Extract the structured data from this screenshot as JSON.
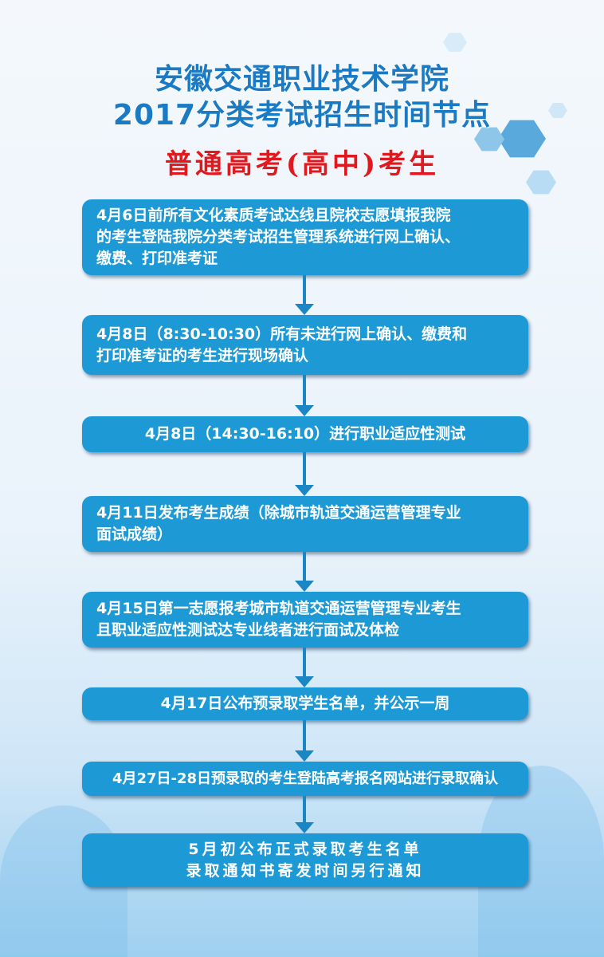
{
  "header": {
    "title_line1": "安徽交通职业技术学院",
    "title_line2": "2017分类考试招生时间节点",
    "subtitle": "普通高考(高中)考生"
  },
  "steps": [
    {
      "lines": [
        "4月6日前所有文化素质考试达线且院校志愿填报我院",
        "的考生登陆我院分类考试招生管理系统进行网上确认、",
        "缴费、打印准考证"
      ]
    },
    {
      "lines": [
        "4月8日（8:30-10:30）所有未进行网上确认、缴费和",
        "打印准考证的考生进行现场确认"
      ]
    },
    {
      "lines": [
        "4月8日（14:30-16:10）进行职业适应性测试"
      ]
    },
    {
      "lines": [
        "4月11日发布考生成绩（除城市轨道交通运营管理专业",
        "面试成绩）"
      ]
    },
    {
      "lines": [
        "4月15日第一志愿报考城市轨道交通运营管理专业考生",
        "且职业适应性测试达专业线者进行面试及体检"
      ]
    },
    {
      "lines": [
        "4月17日公布预录取学生名单，并公示一周"
      ]
    },
    {
      "lines": [
        "4月27日-28日预录取的考生登陆高考报名网站进行录取确认"
      ]
    },
    {
      "lines": [
        "5月初公布正式录取考生名单",
        "录取通知书寄发时间另行通知"
      ]
    }
  ],
  "colors": {
    "title": "#1a7ac4",
    "subtitle": "#e0191e",
    "box": "#1d9ad6",
    "arrow": "#1a87c4"
  }
}
